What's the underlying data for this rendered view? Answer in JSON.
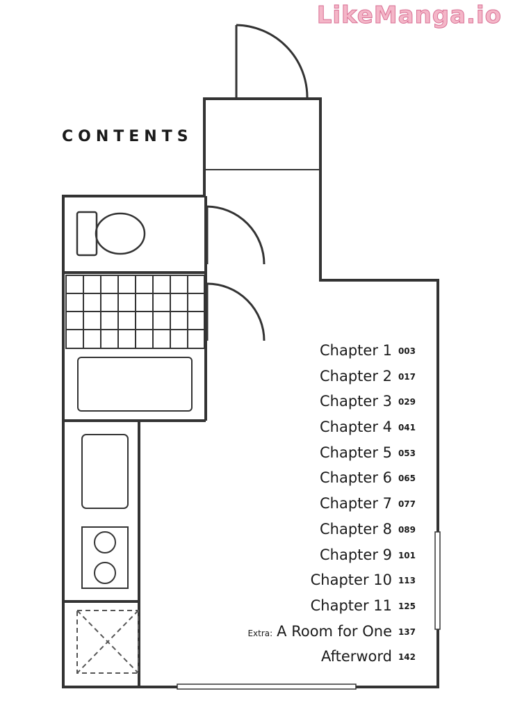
{
  "watermark": "LikeManga.io",
  "heading": "CONTENTS",
  "toc": [
    {
      "prefix": "",
      "title": "Chapter 1",
      "page": "003"
    },
    {
      "prefix": "",
      "title": "Chapter 2",
      "page": "017"
    },
    {
      "prefix": "",
      "title": "Chapter 3",
      "page": "029"
    },
    {
      "prefix": "",
      "title": "Chapter 4",
      "page": "041"
    },
    {
      "prefix": "",
      "title": "Chapter 5",
      "page": "053"
    },
    {
      "prefix": "",
      "title": "Chapter 6",
      "page": "065"
    },
    {
      "prefix": "",
      "title": "Chapter 7",
      "page": "077"
    },
    {
      "prefix": "",
      "title": "Chapter 8",
      "page": "089"
    },
    {
      "prefix": "",
      "title": "Chapter 9",
      "page": "101"
    },
    {
      "prefix": "",
      "title": "Chapter 10",
      "page": "113"
    },
    {
      "prefix": "",
      "title": "Chapter 11",
      "page": "125"
    },
    {
      "prefix": "Extra:",
      "title": "A Room for One",
      "page": "137"
    },
    {
      "prefix": "",
      "title": "Afterword",
      "page": "142"
    }
  ],
  "colors": {
    "ink": "#1a1a1a",
    "wall_fill": "#ffffff",
    "watermark": "#f4b6c8"
  }
}
